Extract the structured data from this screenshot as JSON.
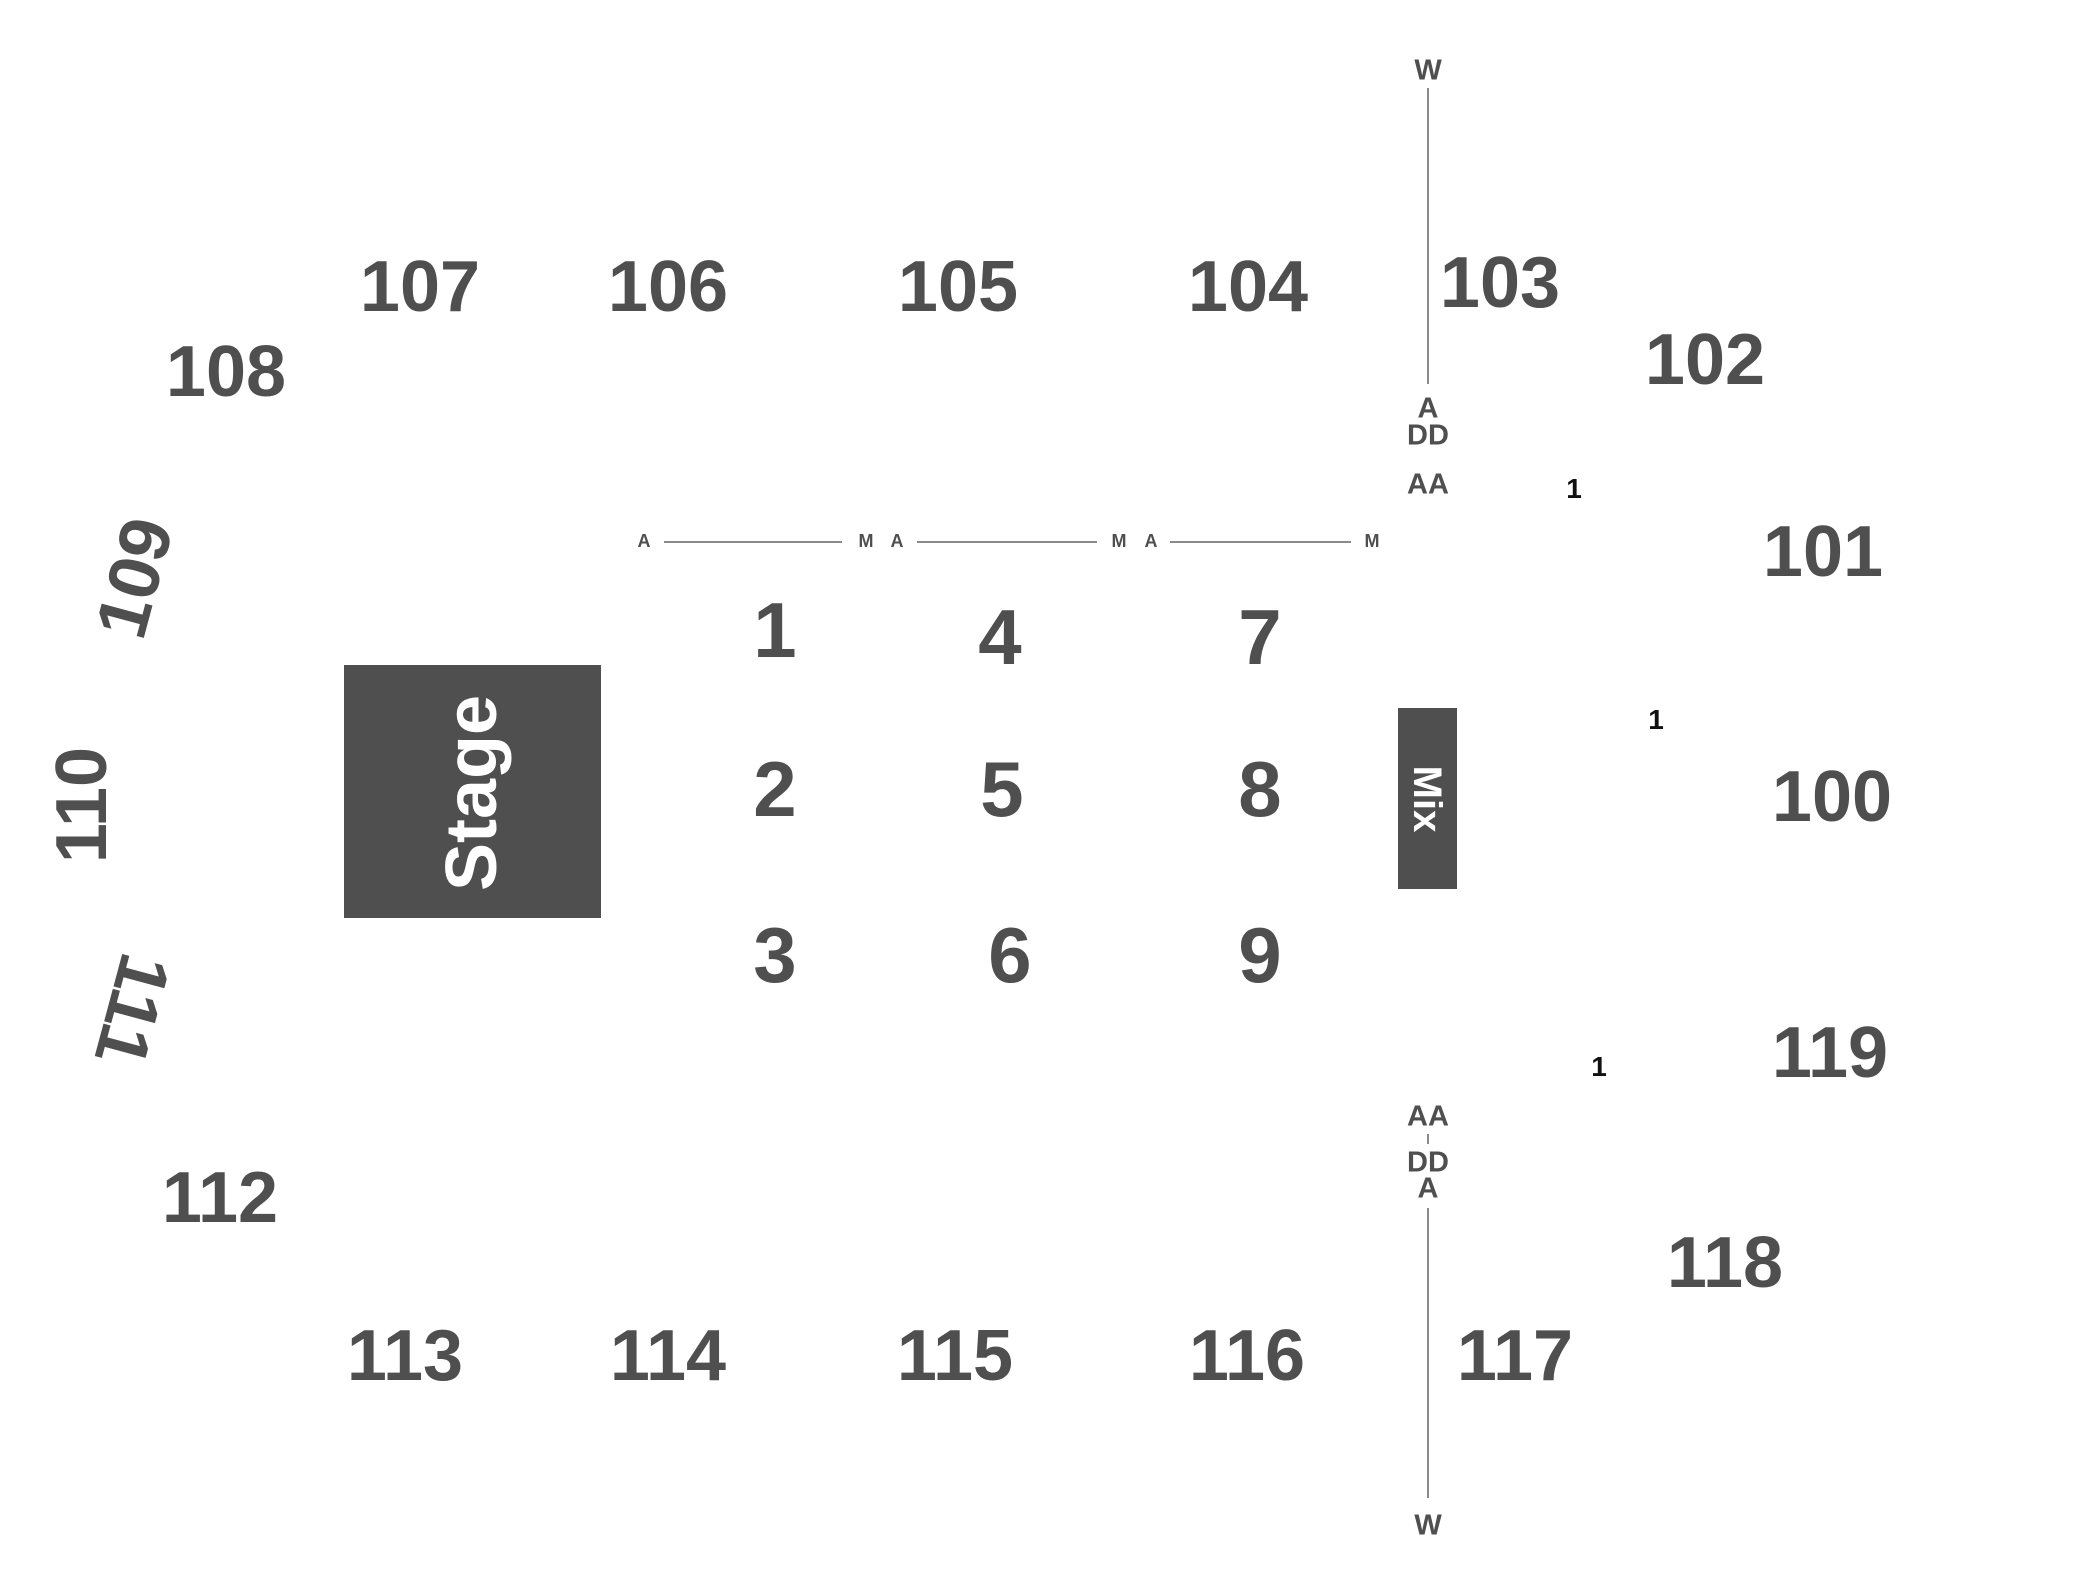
{
  "sections": {
    "s100": "100",
    "s101": "101",
    "s102": "102",
    "s103": "103",
    "s104": "104",
    "s105": "105",
    "s106": "106",
    "s107": "107",
    "s108": "108",
    "s109": "109",
    "s110": "110",
    "s111": "111",
    "s112": "112",
    "s113": "113",
    "s114": "114",
    "s115": "115",
    "s116": "116",
    "s117": "117",
    "s118": "118",
    "s119": "119"
  },
  "floor": {
    "f1": "1",
    "f2": "2",
    "f3": "3",
    "f4": "4",
    "f5": "5",
    "f6": "6",
    "f7": "7",
    "f8": "8",
    "f9": "9"
  },
  "stage_label": "Stage",
  "mix_label": "Mix",
  "rows": {
    "top_w": "W",
    "top_a": "A",
    "top_dd": "DD",
    "top_aa": "AA",
    "bottom_aa": "AA",
    "bottom_dd": "DD",
    "bottom_a": "A",
    "bottom_w": "W",
    "floor_a1": "A",
    "floor_m1": "M",
    "floor_a2": "A",
    "floor_m2": "M",
    "floor_a3": "A",
    "floor_m3": "M"
  },
  "seats": {
    "seat_top": "1",
    "seat_mid": "1",
    "seat_bottom": "1"
  }
}
